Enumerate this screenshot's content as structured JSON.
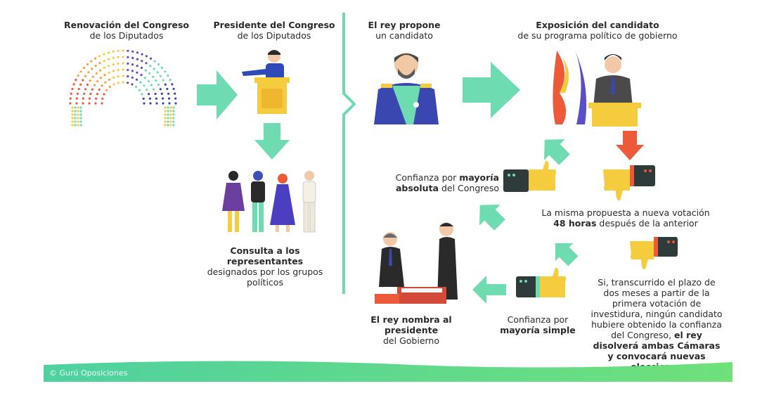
{
  "step1": {
    "title": "Renovación del Congreso",
    "sub": "de los Diputados"
  },
  "step2": {
    "title": "Presidente del Congreso",
    "sub": "de los Diputados"
  },
  "step3": {
    "title": "Consulta a los representantes",
    "sub": "designados por los grupos políticos"
  },
  "step4": {
    "title": "El rey propone",
    "sub": "un candidato"
  },
  "step5": {
    "title": "Exposición del candidato",
    "sub": "de su programa político de gobierno"
  },
  "confianza_absoluta": {
    "pre": "Confianza por ",
    "b1": "mayoría",
    "b2": "absoluta",
    "post": " del Congreso"
  },
  "nueva_votacion": {
    "line1": "La misma propuesta a nueva votación",
    "bold": "48 horas",
    "post": " después de la anterior"
  },
  "confianza_simple": {
    "line1": "Confianza por",
    "bold": "mayoría simple"
  },
  "rey_nombra": {
    "bold": "El rey nombra al presidente",
    "sub": "del Gobierno"
  },
  "disolucion": {
    "text": "Si, transcurrido el plazo de dos meses a partir de la primera votación de investidura, ningún candidato hubiere obtenido la confianza del Congreso, ",
    "bold": "el rey disolverá ambas Cámaras y convocará nuevas elecciones"
  },
  "footer": "© Gurú Oposiciones",
  "colors": {
    "green_arrow": "#6edcb0",
    "red_arrow": "#ec5a3a",
    "divider": "#6edcb0",
    "footer_wave": "#5ed8a0",
    "thumb": "#f6cc3f",
    "device": "#2f3b3b"
  }
}
